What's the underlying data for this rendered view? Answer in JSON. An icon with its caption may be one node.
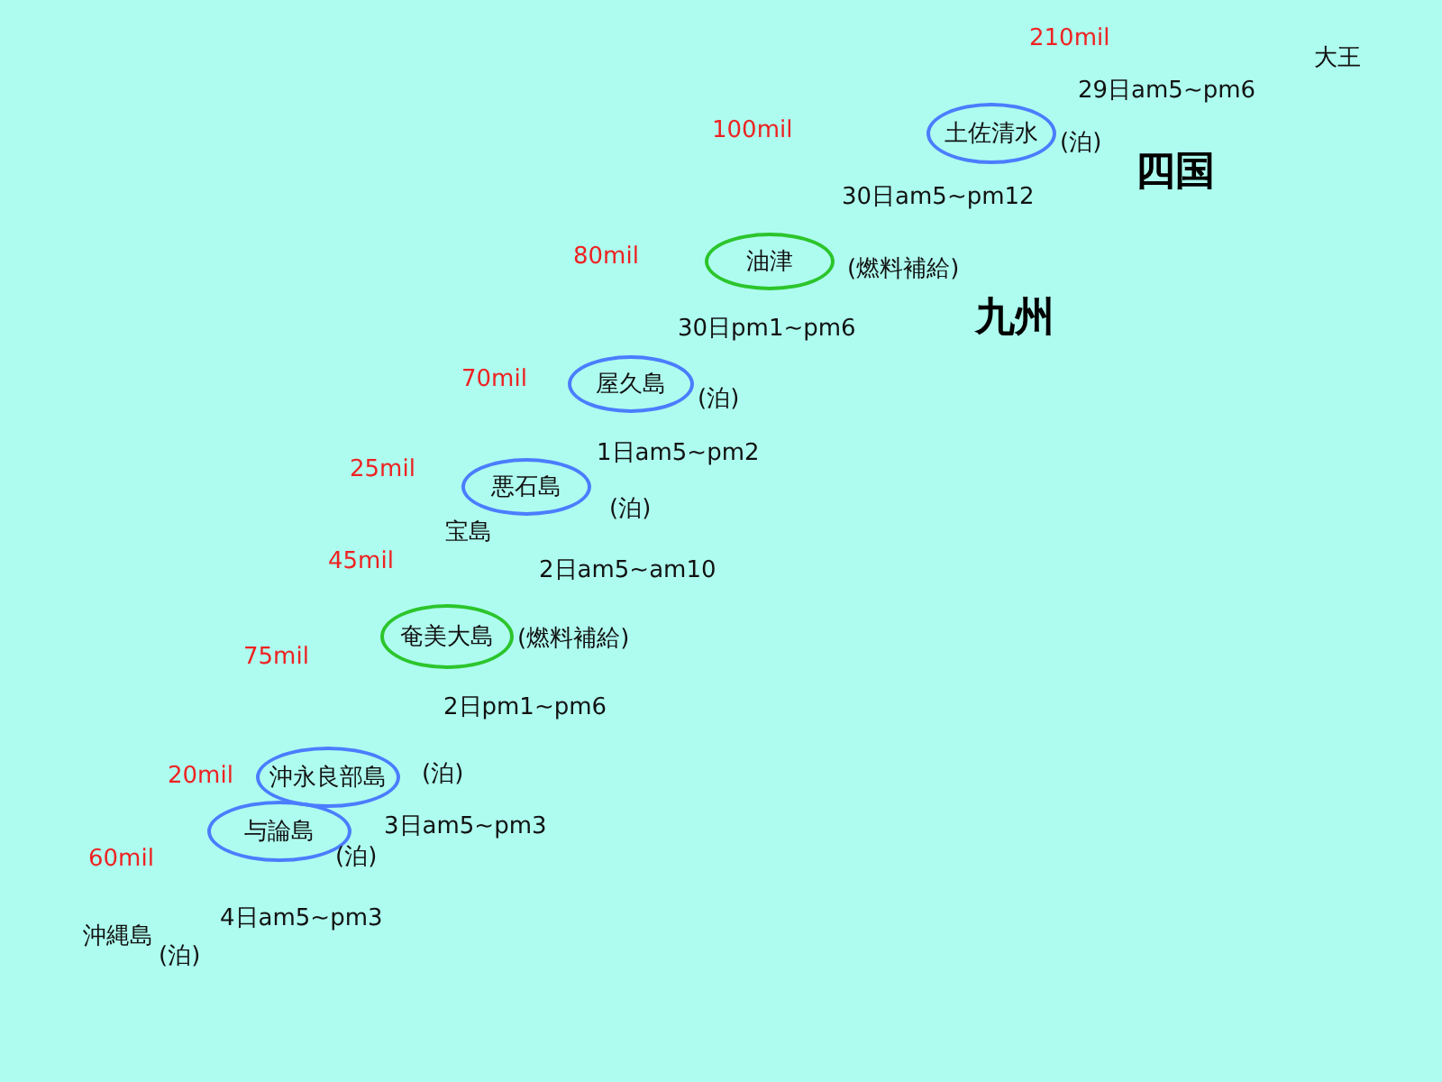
{
  "diagram": {
    "nodes": [
      {
        "text": [
          "土佐清水"
        ],
        "beside": [
          "(泊)"
        ]
      },
      {
        "text": [
          "油津"
        ],
        "beside": [
          "(燃料補給)"
        ]
      },
      {
        "text": [
          "屋久島"
        ],
        "beside": [
          "(泊)"
        ]
      },
      {
        "text": [
          "悪石島"
        ],
        "beside": [
          "(泊)"
        ]
      },
      {
        "text": [
          "奄美大島"
        ],
        "beside": [
          "(燃料補給)"
        ]
      },
      {
        "text": [
          "沖永良部島"
        ],
        "beside": [
          "(泊)"
        ]
      },
      {
        "text": [
          "与論島"
        ],
        "beside": [
          "(泊)"
        ]
      }
    ],
    "labels": [
      "210mil",
      "大王",
      "29日am5~pm6",
      "100mil",
      "四国",
      "30日am5~pm12",
      "80mil",
      "九州",
      "30日pm1~pm6",
      "70mil",
      "1日am5~pm2",
      "25mil",
      "宝島",
      "45mil",
      "2日am5~am10",
      "75mil",
      "2日pm1~pm6",
      "20mil",
      "3日am5~pm3",
      "60mil",
      "沖縄島",
      "(泊)",
      "4日am5~pm3"
    ]
  }
}
